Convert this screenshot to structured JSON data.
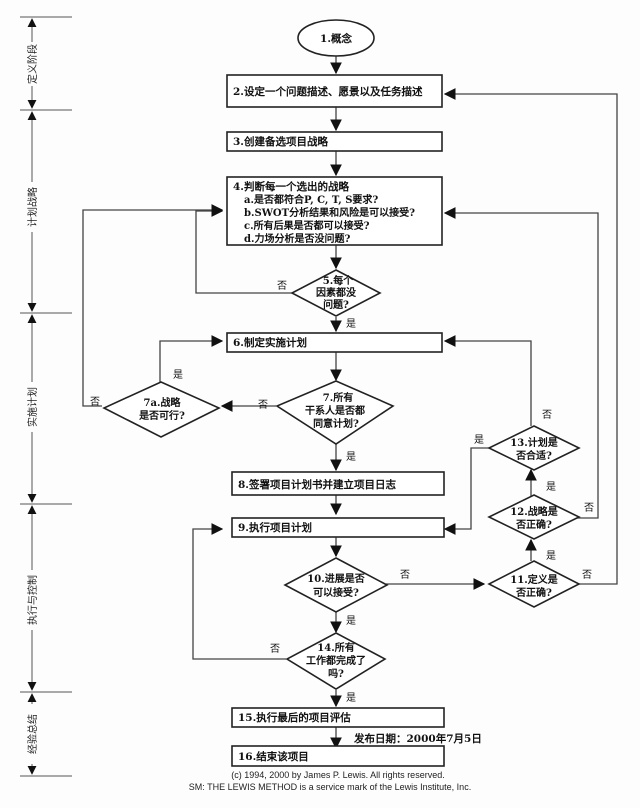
{
  "phases": [
    {
      "label": "定义阶段"
    },
    {
      "label": "计划战略"
    },
    {
      "label": "实施计划"
    },
    {
      "label": "执行与控制"
    },
    {
      "label": "经验总结"
    }
  ],
  "nodes": {
    "n1": "1.概念",
    "n2": "2.设定一个问题描述、愿景以及任务描述",
    "n3": "3.创建备选项目战略",
    "n4": {
      "title": "4.判断每一个选出的战略",
      "items": [
        "a.是否都符合P, C, T, S要求?",
        "b.SWOT分析结果和风险是可以接受?",
        "c.所有后果是否都可以接受?",
        "d.力场分析是否没问题?"
      ]
    },
    "n5": [
      "5.每个",
      "因素都没",
      "问题?"
    ],
    "n6": "6.制定实施计划",
    "n7": [
      "7.所有",
      "干系人是否都",
      "同意计划?"
    ],
    "n7a": [
      "7a.战略",
      "是否可行?"
    ],
    "n8": "8.签署项目计划书并建立项目日志",
    "n9": "9.执行项目计划",
    "n10": [
      "10.进展是否",
      "可以接受?"
    ],
    "n11": [
      "11.定义是",
      "否正确?"
    ],
    "n12": [
      "12.战略是",
      "否正确?"
    ],
    "n13": [
      "13.计划是",
      "否合适?"
    ],
    "n14": [
      "14.所有",
      "工作都完成了",
      "吗?"
    ],
    "n15": "15.执行最后的项目评估",
    "n16": "16.结束该项目"
  },
  "edge_labels": {
    "yes": "是",
    "no": "否"
  },
  "release_date": "发布日期：2000年7月5日",
  "copyright": [
    "(c) 1994, 2000 by James P. Lewis. All rights reserved.",
    "SM: THE LEWIS METHOD is a service mark of the Lewis Institute, Inc."
  ]
}
